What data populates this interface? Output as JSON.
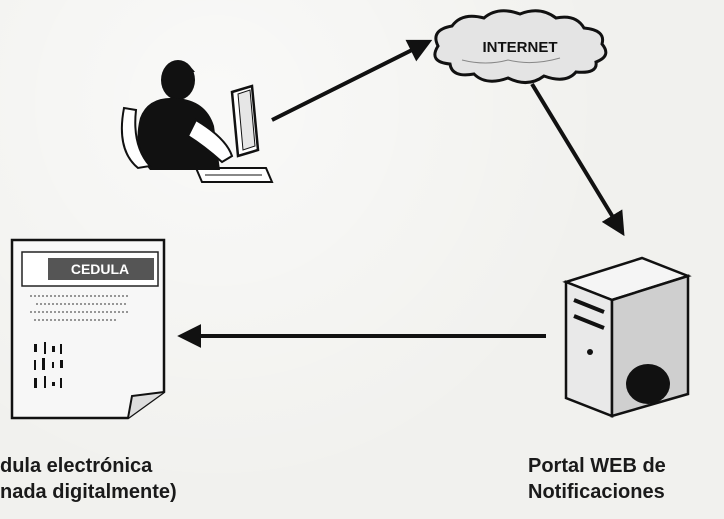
{
  "diagram": {
    "cloud_label": "INTERNET",
    "document_header": "CEDULA",
    "cedula_caption": {
      "line1": "dula electrónica",
      "line2": "nada digitalmente)"
    },
    "portal_caption": {
      "line1": "Portal WEB de",
      "line2": "Notificaciones"
    },
    "nodes": [
      {
        "id": "user",
        "icon": "person-at-computer-icon"
      },
      {
        "id": "internet",
        "icon": "cloud-icon"
      },
      {
        "id": "server",
        "icon": "server-tower-icon"
      },
      {
        "id": "document",
        "icon": "document-icon"
      }
    ],
    "edges": [
      {
        "from": "user",
        "to": "internet"
      },
      {
        "from": "internet",
        "to": "server"
      },
      {
        "from": "server",
        "to": "document"
      }
    ],
    "colors": {
      "ink": "#111111",
      "server_body": "#e9e9e9",
      "document_header_bg": "#555555"
    }
  }
}
